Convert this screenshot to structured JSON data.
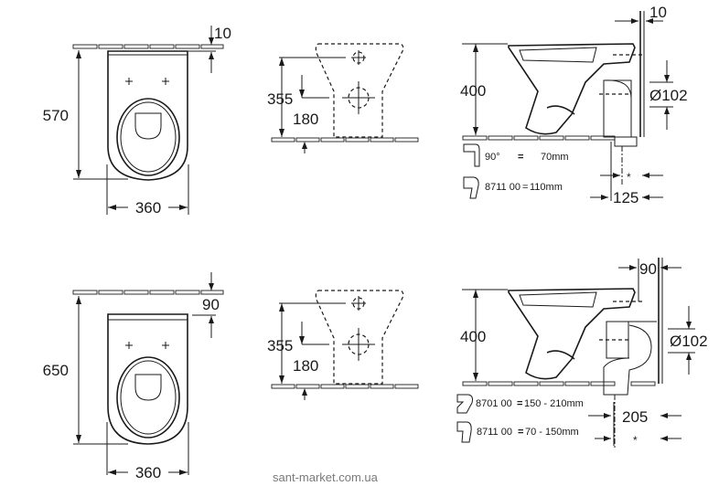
{
  "drawing": {
    "title": "Floor-standing WC technical drawing",
    "rows": [
      {
        "variant": "top",
        "plan_view": {
          "length": "570",
          "width": "360",
          "wall_gap": "10"
        },
        "front_view": {
          "height_outlet": "355",
          "height_inlet": "180"
        },
        "side_view": {
          "height": "400",
          "wall_gap": "10",
          "outlet_diameter": "Ø102",
          "outlet_offset": "125",
          "note_star": "*",
          "adapters": [
            {
              "code": "90°",
              "eq": "=",
              "value": "70mm"
            },
            {
              "code": "8711 00",
              "eq": "=",
              "value": "110mm"
            }
          ]
        }
      },
      {
        "variant": "bottom",
        "plan_view": {
          "length": "650",
          "width": "360",
          "wall_gap": "90"
        },
        "front_view": {
          "height_outlet": "355",
          "height_inlet": "180"
        },
        "side_view": {
          "height": "400",
          "wall_gap": "90",
          "outlet_diameter": "Ø102",
          "outlet_offset": "205",
          "note_star": "*",
          "adapters": [
            {
              "code": "8701 00",
              "eq": "=",
              "value": "150 -  210mm"
            },
            {
              "code": "8711 00",
              "eq": "=",
              "value": "70 -  150mm"
            }
          ]
        }
      }
    ]
  },
  "watermark": "sant-market.com.ua"
}
